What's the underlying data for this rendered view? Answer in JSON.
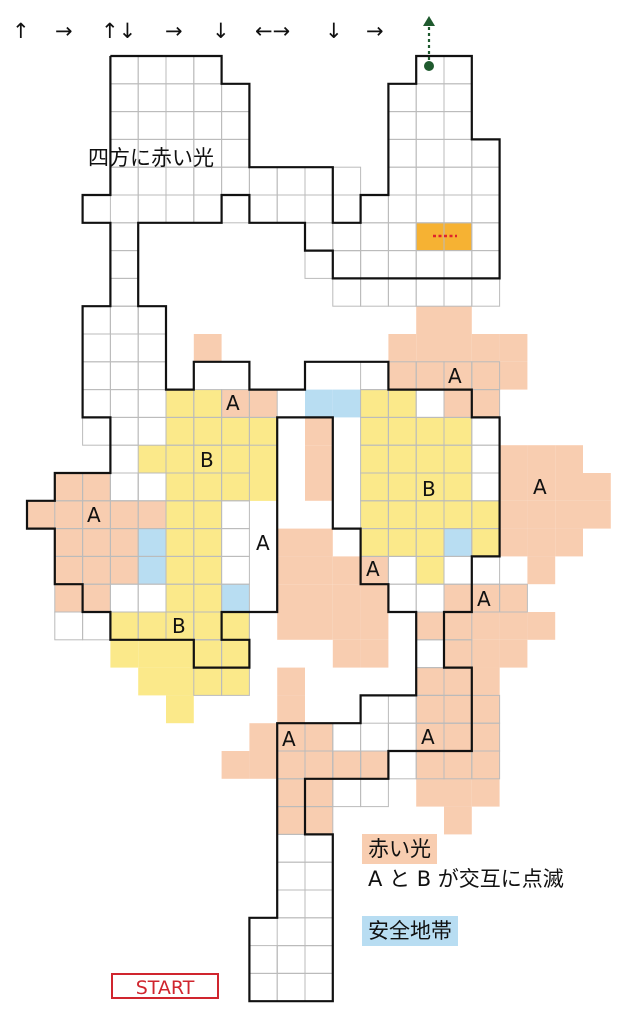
{
  "route_arrows": [
    "↑",
    "→",
    "↑↓",
    "→",
    "↓",
    "←→",
    "↓",
    "→"
  ],
  "map_note": "四方に赤い光",
  "legend": {
    "red_light": "赤い光",
    "alternate": "A と B が交互に点滅",
    "safe_zone": "安全地帯"
  },
  "start_label": "START",
  "zone_labels": [
    "A",
    "A",
    "A",
    "A",
    "A",
    "A",
    "A",
    "A",
    "A",
    "B",
    "B",
    "B"
  ],
  "colors": {
    "red_light": "#f8cdb0",
    "yellow_light": "#fbe98a",
    "safe_zone": "#b8ddf2",
    "goal_orange": "#f6b233",
    "grid_line": "#bbbbbb",
    "wall": "#111111",
    "exit_arrow": "#1f5a2e",
    "start_border": "#d0252e"
  },
  "icons": {
    "exit": "dotted-up-arrow-icon",
    "trap": "red-dotted-line-icon"
  }
}
